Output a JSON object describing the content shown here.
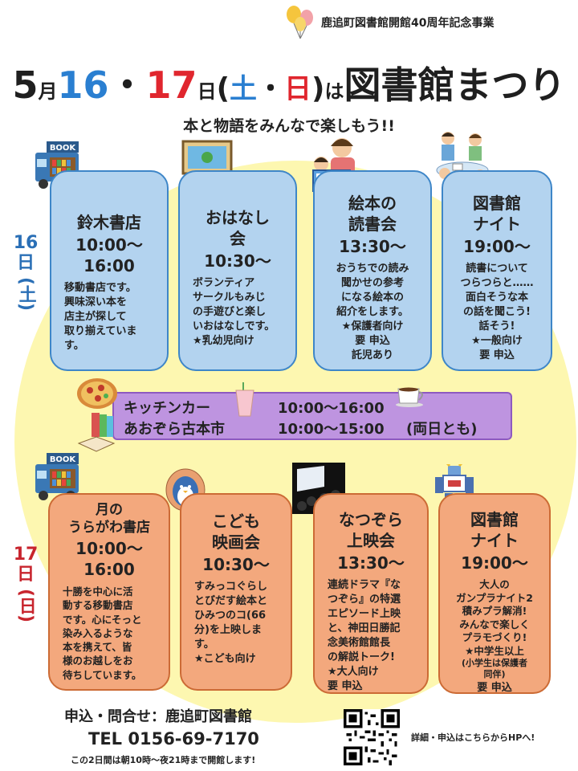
{
  "header": {
    "event_label": "鹿追町図書館開館40周年記念事業",
    "title": {
      "month": "5",
      "month_unit": "月",
      "day1": "16",
      "sep": "・",
      "day2": "17",
      "day_unit": "日",
      "paren_open": "(",
      "dow1": "土",
      "dow_sep": "・",
      "dow2": "日",
      "paren_close": ")",
      "ha": "は",
      "name": "図書館まつり"
    },
    "subtitle": "本と物語をみんなで楽しもう!!"
  },
  "day16": {
    "label_num": "16",
    "label_unit": "日",
    "label_dow": "(土)",
    "cards": [
      {
        "name": "鈴木書店",
        "time": "10:00～\n16:00",
        "desc": "移動書店です。\n興味深い本を\n店主が探して\n取り揃えていま\nす。"
      },
      {
        "name": "おはなし\n会",
        "time": "10:30～",
        "desc": "ボランティア\nサークルもみじ\nの手遊びと楽し\nいおはなしです。\n★乳幼児向け"
      },
      {
        "name": "絵本の\n読書会",
        "time": "13:30～",
        "desc": "おうちでの読み\n聞かせの参考\nになる絵本の\n紹介をします。\n★保護者向け\n要 申込\n託児あり"
      },
      {
        "name": "図書館\nナイト",
        "time": "19:00～",
        "desc": "読書について\nつらつらと……\n面白そうな本\nの話を聞こう!\n話そう!\n★一般向け\n要 申込"
      }
    ]
  },
  "middle": {
    "kitchen_name": "キッチンカー",
    "kitchen_time": "10:00～16:00",
    "aozora_name": "あおぞら古本市",
    "aozora_time": "10:00～15:00",
    "both_days": "(両日とも)"
  },
  "day17": {
    "label_num": "17",
    "label_unit": "日",
    "label_dow": "(日)",
    "cards": [
      {
        "name": "月の\nうらがわ書店",
        "time": "10:00～\n16:00",
        "desc": "十勝を中心に活\n動する移動書店\nです。心にそっと\n染み入るような\n本を携えて、皆\n様のお越しをお\n待ちしています。"
      },
      {
        "name": "こども\n映画会",
        "time": "10:30～",
        "desc": "すみっコぐらし\nとびだす絵本と\nひみつのコ(66\n分)を上映しま\nす。\n★こども向け"
      },
      {
        "name": "なつぞら\n上映会",
        "time": "13:30～",
        "desc": "連続ドラマ『な\nつぞら』の特選\nエピソード上映\nと、神田日勝記\n念美術館館長\nの解説トーク!\n★大人向け\n要 申込"
      },
      {
        "name": "図書館\nナイト",
        "time": "19:00～",
        "desc": "大人の\nガンプラナイト2\n積みプラ解消!\nみんなで楽しく\nプラモづくり!\n★中学生以上",
        "note": "(小学生は保護者\n同伴)",
        "apply": "要 申込"
      }
    ]
  },
  "footer": {
    "contact": "申込・問合せ：鹿追町図書館",
    "tel": "TEL 0156-69-7170",
    "hours": "この2日間は朝10時～夜21時まで開館します!",
    "qr_note": "詳細・申込はこちらからHPへ!"
  },
  "colors": {
    "blue_card": "#b3d3ef",
    "orange_card": "#f3a87d",
    "purple_band": "#be94e0",
    "circle": "#fdf7b0",
    "title_blue": "#2a7fd1",
    "title_red": "#e0262e"
  },
  "icons": [
    "balloons-icon",
    "book-truck-icon",
    "storytelling-icon",
    "picture-book-icon",
    "discussion-icon",
    "pizza-icon",
    "drink-icon",
    "coffee-icon",
    "books-stack-icon",
    "penguin-icon",
    "theater-icon",
    "robot-icon",
    "qr-code"
  ]
}
